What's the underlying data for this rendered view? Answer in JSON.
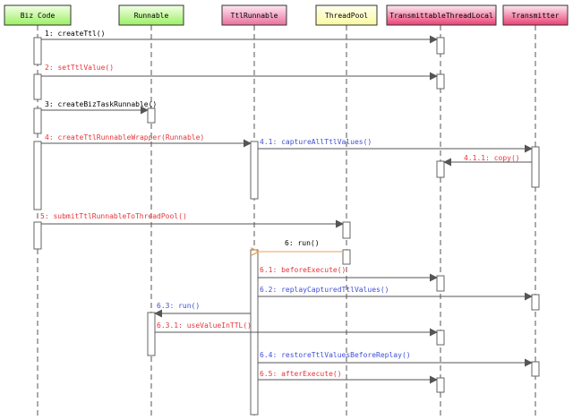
{
  "colors": {
    "default_text": "#000000",
    "red_text": "#e8333a",
    "blue_text": "#3f4fd4",
    "return_arrow": "#e6a15a"
  },
  "participants": [
    {
      "id": "bizcode",
      "label": "Biz Code",
      "gradient": [
        "#f4ffe6",
        "#9cf064"
      ]
    },
    {
      "id": "runnable",
      "label": "Runnable",
      "gradient": [
        "#f4ffe6",
        "#9cf064"
      ]
    },
    {
      "id": "ttlrunnable",
      "label": "TtlRunnable",
      "gradient": [
        "#fdeaf2",
        "#ea6f9c"
      ]
    },
    {
      "id": "threadpool",
      "label": "ThreadPool",
      "gradient": [
        "#fffff2",
        "#fafaa0"
      ]
    },
    {
      "id": "ttl",
      "label": "TransmittableThreadLocal",
      "gradient": [
        "#fdeaf2",
        "#ea3f74"
      ]
    },
    {
      "id": "transmitter",
      "label": "Transmitter",
      "gradient": [
        "#fdeaf2",
        "#ea3f74"
      ]
    }
  ],
  "messages": [
    {
      "id": "m1",
      "label": "1: createTtl()",
      "color": "default"
    },
    {
      "id": "m2",
      "label": "2: setTtlValue()",
      "color": "red"
    },
    {
      "id": "m3",
      "label": "3: createBizTaskRunnable()",
      "color": "default"
    },
    {
      "id": "m4",
      "label": "4: createTtlRunnableWrapper(Runnable)",
      "color": "red"
    },
    {
      "id": "m41",
      "label": "4.1: captureAllTtlValues()",
      "color": "blue"
    },
    {
      "id": "m411",
      "label": "4.1.1: copy()",
      "color": "red"
    },
    {
      "id": "m5",
      "label": "5: submitTtlRunnableToThreadPool()",
      "color": "red"
    },
    {
      "id": "m6",
      "label": "6: run()",
      "color": "default"
    },
    {
      "id": "m61",
      "label": "6.1: beforeExecute()",
      "color": "red"
    },
    {
      "id": "m62",
      "label": "6.2: replayCapturedTtlValues()",
      "color": "blue"
    },
    {
      "id": "m63",
      "label": "6.3: run()",
      "color": "blue"
    },
    {
      "id": "m631",
      "label": "6.3.1: useValueInTTL()",
      "color": "red"
    },
    {
      "id": "m64",
      "label": "6.4: restoreTtlValuesBeforeReplay()",
      "color": "blue"
    },
    {
      "id": "m65",
      "label": "6.5: afterExecute()",
      "color": "red"
    }
  ]
}
